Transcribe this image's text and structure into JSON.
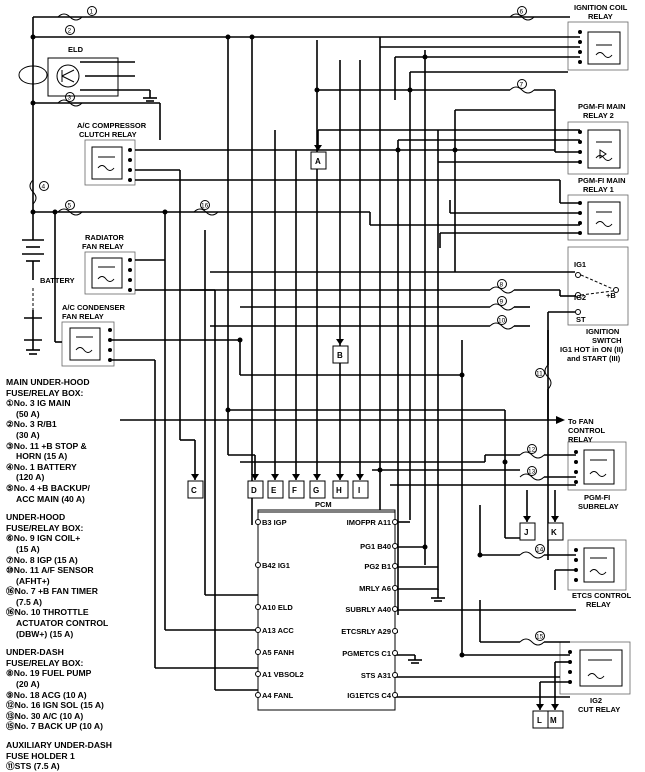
{
  "relays": {
    "ignition_coil": [
      "IGNITION COIL",
      "RELAY"
    ],
    "pgmfi_main2": [
      "PGM-FI MAIN",
      "RELAY 2"
    ],
    "pgmfi_main1": [
      "PGM-FI MAIN",
      "RELAY 1"
    ],
    "ac_compressor": [
      "A/C COMPRESSOR",
      "CLUTCH RELAY"
    ],
    "radiator_fan": [
      "RADIATOR",
      "FAN RELAY"
    ],
    "ac_condenser": [
      "A/C CONDENSER",
      "FAN RELAY"
    ],
    "pgmfi_sub": [
      "PGM-FI",
      "SUBRELAY"
    ],
    "etcs_control": [
      "ETCS CONTROL",
      "RELAY"
    ],
    "ig2_cut": [
      "IG2",
      "CUT RELAY"
    ]
  },
  "eld": "ELD",
  "battery": "BATTERY",
  "ignition_switch": {
    "terminals": [
      "IG1",
      "IG2",
      "ST",
      "+B"
    ],
    "label": [
      "IGNITION",
      "SWITCH",
      "IG1 HOT in ON (II)",
      "and START (III)"
    ]
  },
  "to_fan_control": [
    "To FAN",
    "CONTROL",
    "RELAY"
  ],
  "pcm": {
    "title": "PCM",
    "left_pins": [
      "B3 IGP",
      "B42 IG1",
      "A10 ELD",
      "A13 ACC",
      "A5 FANH",
      "A1 VBSOL2",
      "A4 FANL"
    ],
    "right_pins": [
      "IMOFPR A11",
      "PG1 B40",
      "PG2 B1",
      "MRLY A6",
      "SUBRLY A40",
      "ETCSRLY A29",
      "PGMETCS C1",
      "STS A31",
      "IG1ETCS C4"
    ]
  },
  "connectors": [
    "A",
    "B",
    "C",
    "D",
    "E",
    "F",
    "G",
    "H",
    "I",
    "J",
    "K",
    "L",
    "M"
  ],
  "fuse_numbers": [
    "1",
    "2",
    "3",
    "4",
    "5",
    "6",
    "7",
    "8",
    "9",
    "10",
    "11",
    "12",
    "13",
    "14",
    "15",
    "16"
  ],
  "legend": {
    "main_underhood": {
      "title": [
        "MAIN UNDER-HOOD",
        "FUSE/RELAY BOX:"
      ],
      "items": [
        "①No. 3 IG MAIN",
        "(50 A)",
        "②No. 3 R/B1",
        "(30 A)",
        "③No. 11 +B STOP &",
        "HORN (15 A)",
        "④No. 1 BATTERY",
        "(120 A)",
        "⑤No. 4 +B BACKUP/",
        "ACC MAIN (40 A)"
      ]
    },
    "underhood": {
      "title": [
        "UNDER-HOOD",
        "FUSE/RELAY BOX:"
      ],
      "items": [
        "⑥No. 9 IGN COIL+",
        "(15 A)",
        "⑦No. 8 IGP (15 A)",
        "⑩No. 11 A/F SENSOR",
        "(AFHT+)",
        "⑯No. 7 +B FAN TIMER",
        "(7.5 A)",
        "⑯No. 10 THROTTLE",
        "ACTUATOR CONTROL",
        "(DBW+) (15 A)"
      ]
    },
    "underdash": {
      "title": [
        "UNDER-DASH",
        "FUSE/RELAY BOX:"
      ],
      "items": [
        "⑧No. 19 FUEL PUMP",
        "(20 A)",
        "⑨No. 18 ACG (10 A)",
        "⑫No. 16 IGN SOL (15 A)",
        "⑬No. 30 A/C (10 A)",
        "⑮No. 7 BACK UP (10 A)"
      ]
    },
    "aux": {
      "title": [
        "AUXILIARY UNDER-DASH",
        "FUSE HOLDER 1"
      ],
      "items": [
        "⑪STS (7.5 A)"
      ]
    }
  }
}
